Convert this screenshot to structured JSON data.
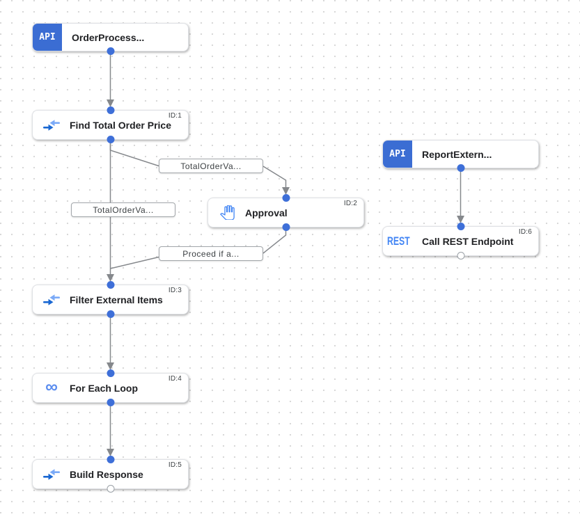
{
  "colors": {
    "trigger_block_blue": "#3b6dd3",
    "port_blue": "#3e6fd8",
    "edge_gray": "#85888c",
    "icon_blue_dark": "#1967d2",
    "icon_blue_light": "#7baaf7",
    "hand_icon_blue": "#4285f4",
    "rest_icon_blue": "#4285f4",
    "infinity_icon_blue": "#5b8def",
    "node_text": "#202124"
  },
  "nodes": {
    "trigger_order": {
      "icon_text": "API",
      "label": "OrderProcess..."
    },
    "find_total": {
      "label": "Find Total Order Price",
      "badge": "ID:1"
    },
    "approval": {
      "label": "Approval",
      "badge": "ID:2"
    },
    "filter_items": {
      "label": "Filter External Items",
      "badge": "ID:3"
    },
    "for_each": {
      "label": "For Each Loop",
      "badge": "ID:4",
      "icon_glyph": "∞"
    },
    "build_response": {
      "label": "Build Response",
      "badge": "ID:5"
    },
    "trigger_report": {
      "icon_text": "API",
      "label": "ReportExtern..."
    },
    "call_rest": {
      "icon_text": "REST",
      "label": "Call REST Endpoint",
      "badge": "ID:6"
    }
  },
  "edge_labels": {
    "find_to_approval": "TotalOrderVa...",
    "find_to_filter": "TotalOrderVa...",
    "approval_to_filter": "Proceed if a..."
  }
}
